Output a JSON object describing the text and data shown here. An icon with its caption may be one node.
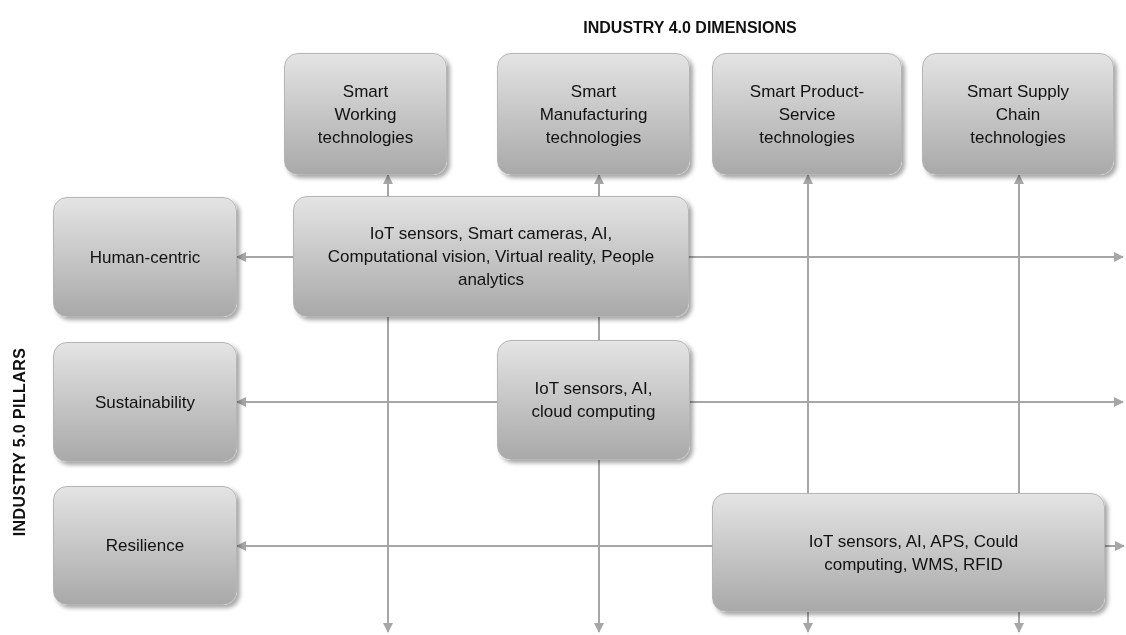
{
  "diagram": {
    "title": "INDUSTRY 4.0 DIMENSIONS",
    "nodes": [
      {
        "text": [
          "Smart Working technologies"
        ]
      },
      {
        "text": [
          "Smart Manufacturing technologies"
        ]
      },
      {
        "text": [
          "Smart Product-Service technologies"
        ]
      },
      {
        "text": [
          "Smart Supply Chain technologies"
        ]
      },
      {
        "text": [
          "Human-centric"
        ]
      },
      {
        "text": [
          "Sustainability"
        ]
      },
      {
        "text": [
          "Resilience"
        ]
      },
      {
        "text": [
          "IoT sensors, Smart cameras, AI, Computational vision, Virtual reality, People analytics"
        ]
      },
      {
        "text": [
          "IoT sensors, AI, cloud computing"
        ]
      },
      {
        "text": [
          "IoT sensors, AI, APS, Could computing, WMS, RFID"
        ]
      }
    ],
    "edges": [
      {
        "from": 7,
        "to": 0,
        "arrow": "to"
      },
      {
        "from": 7,
        "to": null,
        "arrow": "to"
      },
      {
        "from": 7,
        "to": 8,
        "arrow": "none"
      },
      {
        "from": 7,
        "to": 1,
        "arrow": "to"
      },
      {
        "from": 8,
        "to": null,
        "arrow": "to"
      },
      {
        "from": 9,
        "to": 2,
        "arrow": "to"
      },
      {
        "from": 9,
        "to": null,
        "arrow": "to"
      },
      {
        "from": 9,
        "to": 3,
        "arrow": "to"
      },
      {
        "from": 9,
        "to": null,
        "arrow": "to"
      },
      {
        "from": 7,
        "to": 4,
        "arrow": "to"
      },
      {
        "from": 7,
        "to": null,
        "arrow": "to"
      },
      {
        "from": 8,
        "to": 5,
        "arrow": "to"
      },
      {
        "from": 8,
        "to": null,
        "arrow": "to"
      },
      {
        "from": 9,
        "to": 6,
        "arrow": "to"
      },
      {
        "from": 9,
        "to": null,
        "arrow": "to"
      }
    ],
    "labels": [
      "INDUSTRY 5.0 PILLARS"
    ]
  }
}
